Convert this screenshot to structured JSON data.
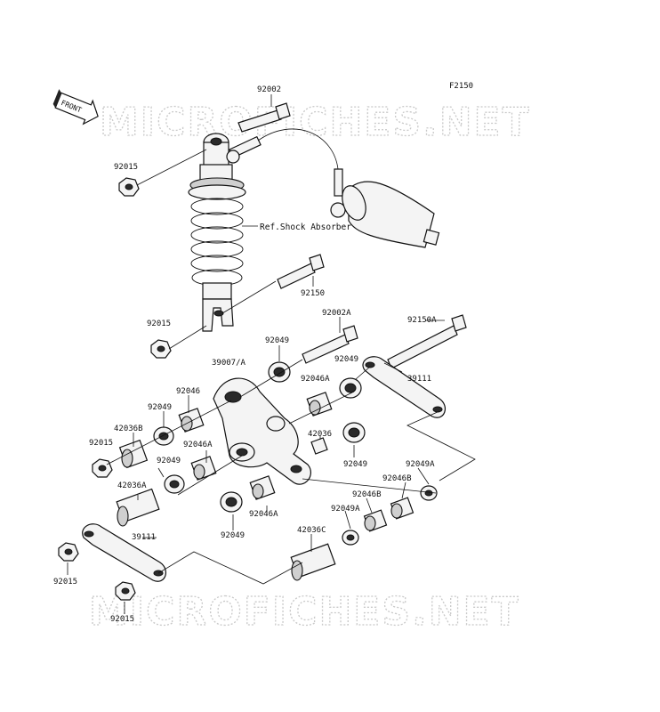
{
  "figure_code": "F2150",
  "front_arrow_label": "FRONT",
  "watermark_top": "MICROFICHES.NET",
  "watermark_bottom": "MICROFICHES.NET",
  "ref_label": "Ref.Shock Absorber",
  "part_labels": {
    "p92002": "92002",
    "p92015_a": "92015",
    "p92015_b": "92015",
    "p92150": "92150",
    "p92002A": "92002A",
    "p92150A": "92150A",
    "p92049_a": "92049",
    "p39007A": "39007/A",
    "p92049_b": "92049",
    "p92046A_a": "92046A",
    "p39111_a": "39111",
    "p92046": "92046",
    "p92049_c": "92049",
    "p42036B": "42036B",
    "p42036": "42036",
    "p92015_c": "92015",
    "p92046A_b": "92046A",
    "p92049_d": "92049",
    "p92049_e": "92049",
    "p92049A_a": "92049A",
    "p42036A": "42036A",
    "p92046B_a": "92046B",
    "p92046B_b": "92046B",
    "p92046A_c": "92046A",
    "p92049A_b": "92049A",
    "p92049_f": "92049",
    "p42036C": "42036C",
    "p39111_b": "39111",
    "p92015_d": "92015",
    "p92015_e": "92015"
  }
}
